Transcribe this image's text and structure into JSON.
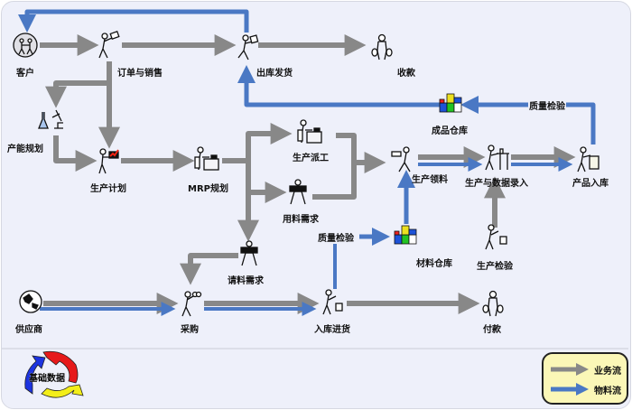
{
  "diagram": {
    "colors": {
      "business_flow": "#888888",
      "material_flow": "#4a78c4",
      "background": "#eef0fa",
      "legend_bg": "#fbf7b7"
    },
    "nodes": {
      "customer": {
        "label": "客户",
        "icon": "customers-icon"
      },
      "order_sales": {
        "label": "订单与销售",
        "icon": "salesperson-icon"
      },
      "outbound_shipping": {
        "label": "出库发货",
        "icon": "courier-icon"
      },
      "collection": {
        "label": "收款",
        "icon": "money-bags-icon"
      },
      "capacity_planning": {
        "label": "产能规划",
        "icon": "lab-microscope-icon"
      },
      "production_plan": {
        "label": "生产计划",
        "icon": "presenter-chart-icon"
      },
      "mrp_planning": {
        "label": "MRP规划",
        "icon": "desk-worker-icon"
      },
      "production_dispatch": {
        "label": "生产派工",
        "icon": "desk-worker-icon"
      },
      "material_demand": {
        "label": "用料需求",
        "icon": "worker-icon"
      },
      "material_request": {
        "label": "请料需求",
        "icon": "worker-icon"
      },
      "finished_goods_warehouse": {
        "label": "成品仓库",
        "icon": "blocks-icon"
      },
      "material_picking": {
        "label": "生产领料",
        "icon": "carrier-icon"
      },
      "production_data_entry": {
        "label": "生产与数据录入",
        "icon": "workbench-icon"
      },
      "product_storage": {
        "label": "产品入库",
        "icon": "box-packer-icon"
      },
      "quality_inspection_top": {
        "label": "质量检验"
      },
      "quality_inspection_mid": {
        "label": "质量检验"
      },
      "material_warehouse": {
        "label": "材料仓库",
        "icon": "blocks-icon"
      },
      "production_inspection": {
        "label": "生产检验",
        "icon": "inspector-icon"
      },
      "supplier": {
        "label": "供应商",
        "icon": "globe-icon"
      },
      "purchasing": {
        "label": "采购",
        "icon": "buyer-icon"
      },
      "inbound_receiving": {
        "label": "入库进货",
        "icon": "inspector-icon"
      },
      "payment": {
        "label": "付款",
        "icon": "money-bags-icon"
      }
    },
    "basic_data": {
      "label": "基础数据",
      "icon": "cycle-arrows-icon"
    },
    "legend": [
      {
        "label": "业务流",
        "type": "business_flow"
      },
      {
        "label": "物料流",
        "type": "material_flow"
      }
    ]
  }
}
